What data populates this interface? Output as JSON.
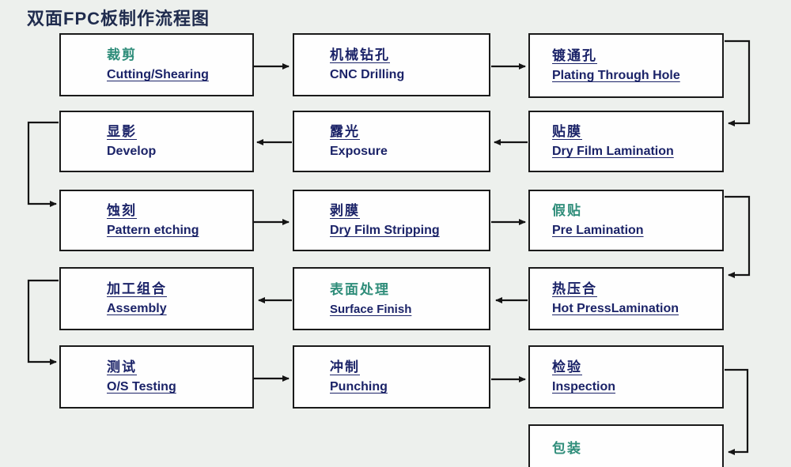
{
  "title": "双面FPC板制作流程图",
  "colors": {
    "navy": "#1b2368",
    "green": "#2f8d7a",
    "title": "#202c4e",
    "background": "#edf0ed",
    "box_fill": "#fefefe",
    "box_border": "#1a1a1a",
    "arrow": "#141414"
  },
  "boxes": [
    {
      "id": "cutting",
      "cn": "裁剪",
      "en": "Cutting/Shearing"
    },
    {
      "id": "cnc-drilling",
      "cn": "机械钻孔",
      "en": "CNC Drilling"
    },
    {
      "id": "plating-through-hole",
      "cn": "镀通孔",
      "en": "Plating Through Hole"
    },
    {
      "id": "develop",
      "cn": "显影",
      "en": "Develop"
    },
    {
      "id": "exposure",
      "cn": "露光",
      "en": "Exposure"
    },
    {
      "id": "dry-film-lamination",
      "cn": "贴膜",
      "en": "Dry Film Lamination"
    },
    {
      "id": "pattern-etching",
      "cn": "蚀刻",
      "en": "Pattern etching"
    },
    {
      "id": "dry-film-stripping",
      "cn": "剥膜",
      "en": "Dry Film Stripping"
    },
    {
      "id": "pre-lamination",
      "cn": "假贴",
      "en": "Pre Lamination"
    },
    {
      "id": "assembly",
      "cn": "加工组合",
      "en": "Assembly"
    },
    {
      "id": "surface-finish",
      "cn": "表面处理",
      "en": "Surface Finish"
    },
    {
      "id": "hot-press-lamination",
      "cn": "热压合",
      "en": "Hot PressLamination"
    },
    {
      "id": "os-testing",
      "cn": "测试",
      "en": "O/S Testing"
    },
    {
      "id": "punching",
      "cn": "冲制",
      "en": "Punching"
    },
    {
      "id": "inspection",
      "cn": "检验",
      "en": "Inspection"
    },
    {
      "id": "packing",
      "cn": "包装",
      "en": ""
    }
  ],
  "edges": [
    {
      "from": "cutting",
      "to": "cnc-drilling"
    },
    {
      "from": "cnc-drilling",
      "to": "plating-through-hole"
    },
    {
      "from": "plating-through-hole",
      "to": "dry-film-lamination"
    },
    {
      "from": "dry-film-lamination",
      "to": "exposure"
    },
    {
      "from": "exposure",
      "to": "develop"
    },
    {
      "from": "develop",
      "to": "pattern-etching"
    },
    {
      "from": "pattern-etching",
      "to": "dry-film-stripping"
    },
    {
      "from": "dry-film-stripping",
      "to": "pre-lamination"
    },
    {
      "from": "pre-lamination",
      "to": "hot-press-lamination"
    },
    {
      "from": "hot-press-lamination",
      "to": "surface-finish"
    },
    {
      "from": "surface-finish",
      "to": "assembly"
    },
    {
      "from": "assembly",
      "to": "os-testing"
    },
    {
      "from": "os-testing",
      "to": "punching"
    },
    {
      "from": "punching",
      "to": "inspection"
    },
    {
      "from": "inspection",
      "to": "packing"
    }
  ]
}
